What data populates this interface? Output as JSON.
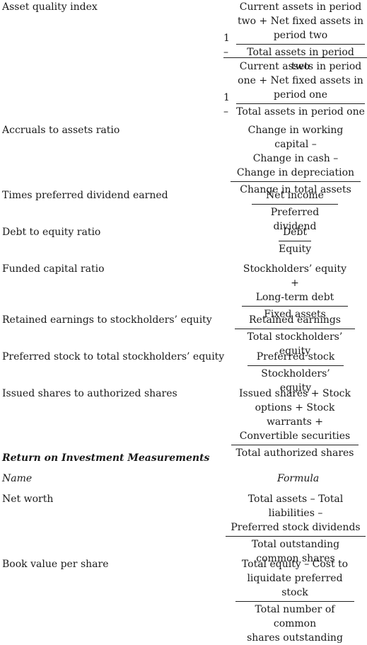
{
  "rows": {
    "asset_quality": {
      "name": "Asset quality index",
      "one_minus": "1 –",
      "part1": {
        "num": [
          "Current assets in period",
          "two + Net fixed assets in",
          "period two"
        ],
        "den": "Total assets in period two"
      },
      "part2": {
        "num": [
          "Current assets in period",
          "one + Net fixed assets in",
          "period one"
        ],
        "den": "Total assets in period one"
      }
    },
    "accruals": {
      "name": "Accruals to assets ratio",
      "num": [
        "Change in working capital –",
        "Change in cash –",
        "Change in depreciation"
      ],
      "den": "Change in total assets"
    },
    "times_preferred": {
      "name": "Times preferred dividend earned",
      "num": [
        "Net income"
      ],
      "den": "Preferred dividend"
    },
    "debt_equity": {
      "name": "Debt to equity ratio",
      "num": [
        "Debt"
      ],
      "den": "Equity"
    },
    "funded_capital": {
      "name": "Funded capital ratio",
      "num": [
        "Stockholders’ equity +",
        "Long-term debt"
      ],
      "den": "Fixed assets"
    },
    "retained_earnings": {
      "name": "Retained earnings to stockholders’ equity",
      "num": [
        "Retained earnings"
      ],
      "den": "Total stockholders’ equity"
    },
    "preferred_stock": {
      "name": "Preferred stock to total stockholders’ equity",
      "num": [
        "Preferred stock"
      ],
      "den": "Stockholders’ equity"
    },
    "issued_shares": {
      "name": "Issued shares to authorized shares",
      "num": [
        "Issued shares + Stock",
        "options + Stock warrants +",
        "Convertible securities"
      ],
      "den": "Total authorized shares"
    }
  },
  "section": {
    "title": "Return on Investment Measurements",
    "col_name": "Name",
    "col_formula": "Formula"
  },
  "roi_rows": {
    "net_worth": {
      "name": "Net worth",
      "num": [
        "Total assets – Total liabilities –",
        "Preferred stock dividends"
      ],
      "den": [
        "Total outstanding",
        "common shares"
      ]
    },
    "book_value": {
      "name": "Book value per share",
      "num": [
        "Total equity – Cost to",
        "liquidate preferred stock"
      ],
      "den": [
        "Total number of common",
        "shares outstanding"
      ]
    }
  }
}
